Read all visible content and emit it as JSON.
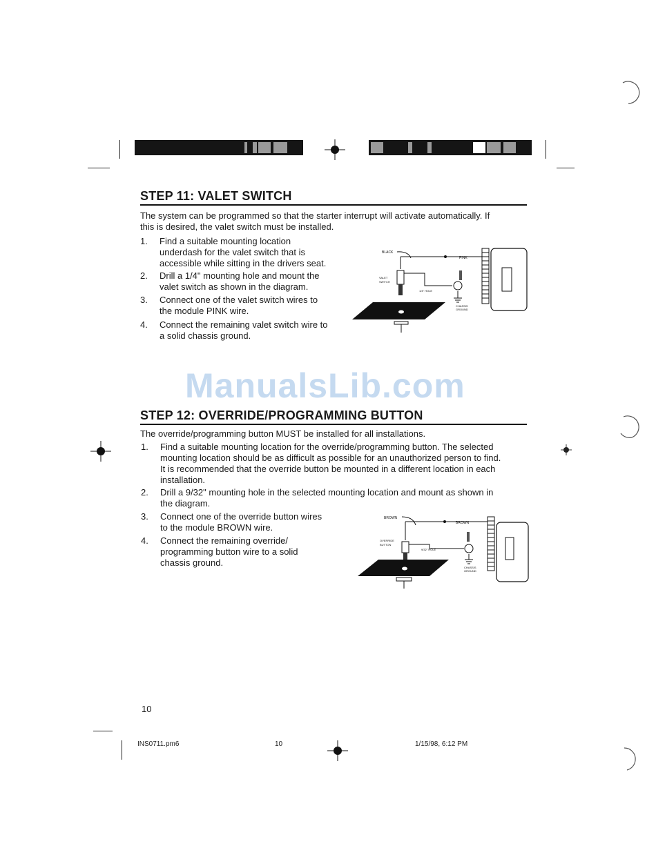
{
  "watermark": "ManualsLib.com",
  "step11": {
    "title": "STEP 11: VALET SWITCH",
    "intro_line1": "The system can be programmed so that the starter interrupt will activate automatically. If",
    "intro_line2": "this is desired, the valet switch must be installed.",
    "items": [
      {
        "num": "1.",
        "lines": [
          "Find a suitable mounting location",
          "underdash for the valet switch that is",
          "accessible while sitting in the drivers seat."
        ]
      },
      {
        "num": "2.",
        "lines": [
          "Drill a 1/4\" mounting hole and mount the",
          "valet switch as shown in the diagram."
        ]
      },
      {
        "num": "3.",
        "lines": [
          "Connect one of the valet switch wires to",
          "the module PINK wire."
        ]
      },
      {
        "num": "4.",
        "lines": [
          "Connect the remaining valet switch wire to",
          "a solid chassis ground."
        ]
      }
    ],
    "diagram": {
      "label_black": "BLACK",
      "label_pink": "PINK",
      "label_valet_switch_1": "VALET",
      "label_valet_switch_2": "SWITCH",
      "label_hole": "1/4\" HOLE",
      "label_chassis_1": "CHASSIS",
      "label_chassis_2": "GROUND"
    }
  },
  "step12": {
    "title": "STEP 12: OVERRIDE/PROGRAMMING BUTTON",
    "intro": "The override/programming button MUST be installed for all installations.",
    "items": [
      {
        "num": "1.",
        "lines": [
          "Find a suitable mounting location for the override/programming button. The selected",
          "mounting location should be as difficult as possible for an unauthorized person to find.",
          "It is recommended that the override button be mounted in a different location in each",
          "installation."
        ]
      },
      {
        "num": "2.",
        "lines": [
          "Drill a 9/32\" mounting hole in the selected mounting location and mount as shown in",
          "the diagram."
        ]
      },
      {
        "num": "3.",
        "lines": [
          "Connect one of the override button wires",
          "to the module BROWN wire."
        ]
      },
      {
        "num": "4.",
        "lines": [
          "Connect the remaining override/",
          "programming button wire to a solid",
          "chassis ground."
        ]
      }
    ],
    "diagram": {
      "label_brown": "BROWN",
      "label_brown_right": "BROWN",
      "label_button_1": "OVERRIDE",
      "label_button_2": "BUTTON",
      "label_hole": "9/32\" HOLE",
      "label_chassis_1": "CHASSIS",
      "label_chassis_2": "GROUND"
    }
  },
  "page_number": "10",
  "footer": {
    "file": "INS0711.pm6",
    "page": "10",
    "datetime": "1/15/98, 6:12 PM"
  }
}
